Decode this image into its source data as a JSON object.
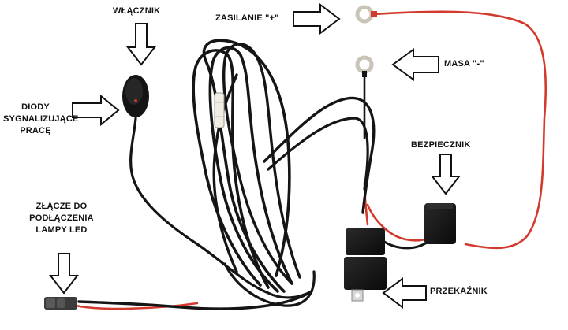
{
  "labels": {
    "switch": "WŁĄCZNIK",
    "power": "ZASILANIE \"+\"",
    "ground": "MASA \"-\"",
    "fuse": "BEZPIECZNIK",
    "relay": "PRZEKAŹNIK",
    "diodes": [
      "DIODY",
      "SYGNALIZUJĄCE",
      "PRACĘ"
    ],
    "connector": [
      "ZŁĄCZE DO",
      "PODŁĄCZENIA",
      "LAMPY LED"
    ]
  },
  "colors": {
    "cable_black": "#151515",
    "wire_red": "#d23a2e",
    "ring_terminal": "#c9c3b8",
    "arrow_outline": "#111111"
  },
  "icons": [
    "arrow-down-icon",
    "arrow-right-icon",
    "arrow-left-icon"
  ]
}
